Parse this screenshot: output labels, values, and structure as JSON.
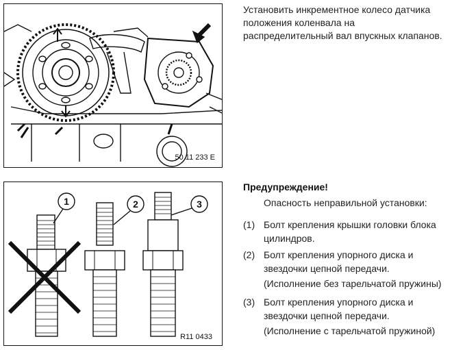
{
  "figure_top": {
    "code": "50 11 233 E"
  },
  "figure_bottom": {
    "code": "R11 0433",
    "callouts": [
      "1",
      "2",
      "3"
    ]
  },
  "intro": {
    "lines": [
      "Установить инкрементное колесо датчика",
      "положения коленвала на",
      "распределительный вал впускных клапанов."
    ]
  },
  "warning": {
    "title": "Предупреждение!",
    "subtitle": "Опасность неправильной установки:",
    "items": [
      {
        "number": "(1)",
        "lines": [
          "Болт крепления крышки головки блока",
          "цилиндров."
        ]
      },
      {
        "number": "(2)",
        "lines": [
          "Болт крепления упорного диска и",
          "звездочки цепной передачи."
        ],
        "note": "(Исполнение без тарельчатой пружины)"
      },
      {
        "number": "(3)",
        "lines": [
          "Болт крепления упорного диска и",
          "звездочки цепной передачи."
        ],
        "note": "(Исполнение с тарельчатой пружиной)"
      }
    ]
  }
}
